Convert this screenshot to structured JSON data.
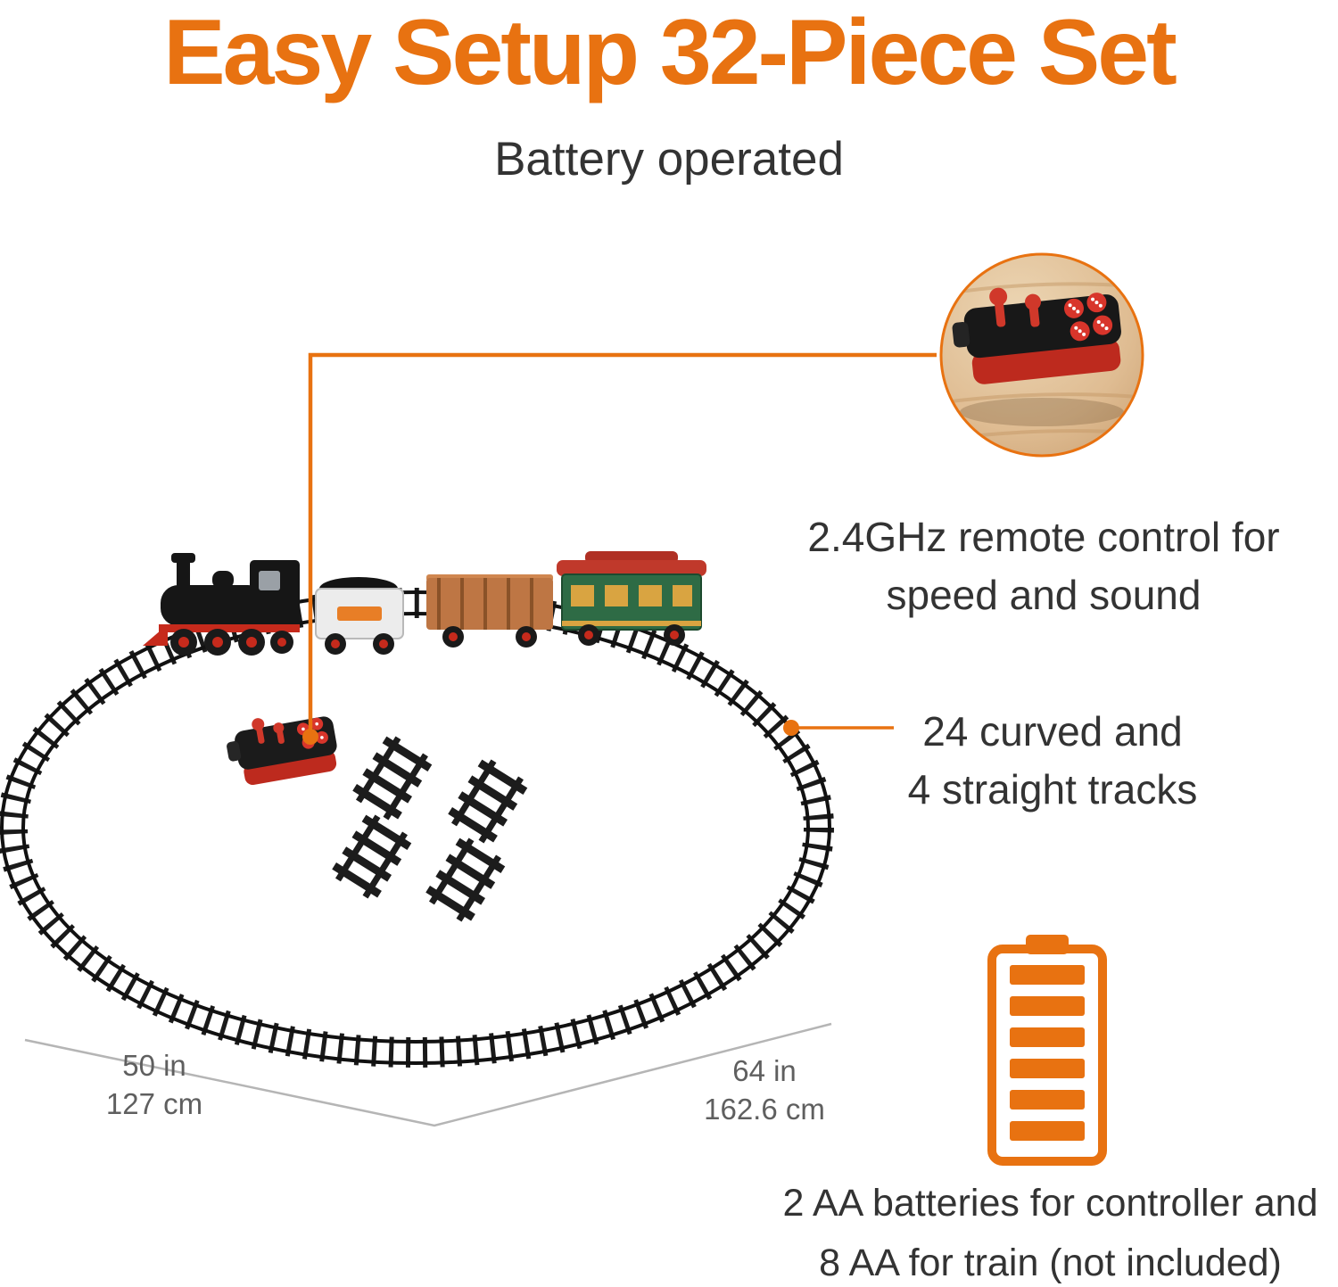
{
  "title": "Easy Setup 32-Piece Set",
  "subtitle": "Battery operated",
  "callouts": {
    "remote": {
      "line1": "2.4GHz remote control for",
      "line2": "speed and sound"
    },
    "tracks": {
      "line1": "24 curved and",
      "line2": "4 straight tracks"
    },
    "batteries": {
      "line1": "2 AA batteries for controller and",
      "line2": "8 AA for train (not included)"
    }
  },
  "dimensions": {
    "track_width": {
      "inches": "50 in",
      "centimeters": "127 cm"
    },
    "track_length": {
      "inches": "64 in",
      "centimeters": "162.6 cm"
    }
  },
  "colors": {
    "accent": "#E87211",
    "text": "#333333",
    "dimension_text": "#5f5f5f"
  },
  "icons": {
    "battery": "battery-icon",
    "remote_closeup": "remote-control-closeup-icon",
    "callout_dots": "orange-callout-dot-icon"
  }
}
